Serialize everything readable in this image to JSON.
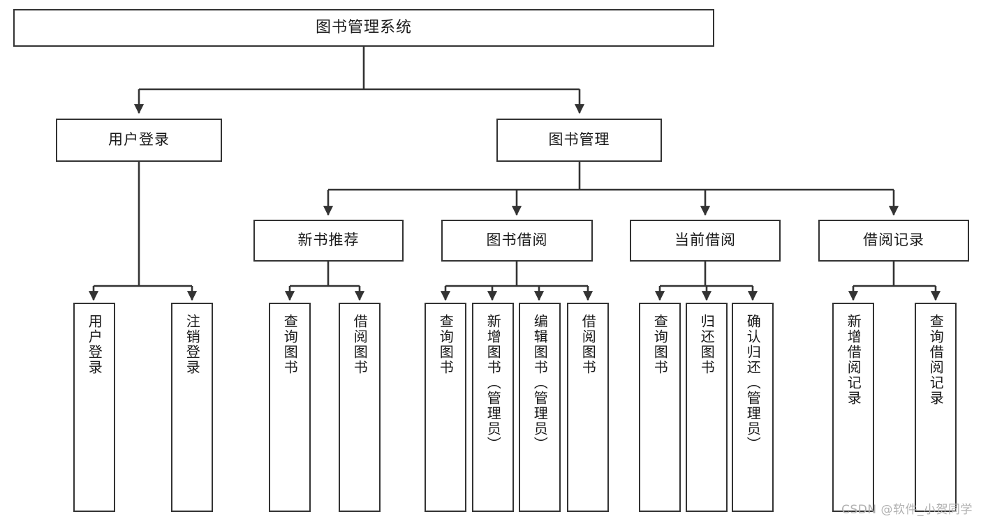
{
  "diagram": {
    "title": "图书管理系统",
    "type": "tree-hierarchy",
    "watermark": "CSDN @软件_小贺同学",
    "colors": {
      "stroke": "#333333",
      "fill": "#ffffff",
      "text": "#1a1a1a",
      "watermark": "#b0b0b0"
    },
    "nodes": {
      "root": {
        "label": "图书管理系统"
      },
      "level1": [
        {
          "id": "user-login",
          "label": "用户登录"
        },
        {
          "id": "book-manage",
          "label": "图书管理"
        }
      ],
      "level2": [
        {
          "id": "new-book-recommend",
          "label": "新书推荐"
        },
        {
          "id": "book-borrow",
          "label": "图书借阅"
        },
        {
          "id": "current-borrow",
          "label": "当前借阅"
        },
        {
          "id": "borrow-record",
          "label": "借阅记录"
        }
      ],
      "leaves": {
        "user-login": [
          {
            "id": "leaf-user-login",
            "label": "用户登录"
          },
          {
            "id": "leaf-logout",
            "label": "注销登录"
          }
        ],
        "new-book-recommend": [
          {
            "id": "leaf-query-book-1",
            "label": "查询图书"
          },
          {
            "id": "leaf-borrow-book-1",
            "label": "借阅图书"
          }
        ],
        "book-borrow": [
          {
            "id": "leaf-query-book-2",
            "label": "查询图书"
          },
          {
            "id": "leaf-add-book",
            "label": "新增图书（管理员）"
          },
          {
            "id": "leaf-edit-book",
            "label": "编辑图书（管理员）"
          },
          {
            "id": "leaf-borrow-book-2",
            "label": "借阅图书"
          }
        ],
        "current-borrow": [
          {
            "id": "leaf-query-book-3",
            "label": "查询图书"
          },
          {
            "id": "leaf-return-book",
            "label": "归还图书"
          },
          {
            "id": "leaf-confirm-return",
            "label": "确认归还（管理员）"
          }
        ],
        "borrow-record": [
          {
            "id": "leaf-add-record",
            "label": "新增借阅记录"
          },
          {
            "id": "leaf-query-record",
            "label": "查询借阅记录"
          }
        ]
      }
    }
  }
}
